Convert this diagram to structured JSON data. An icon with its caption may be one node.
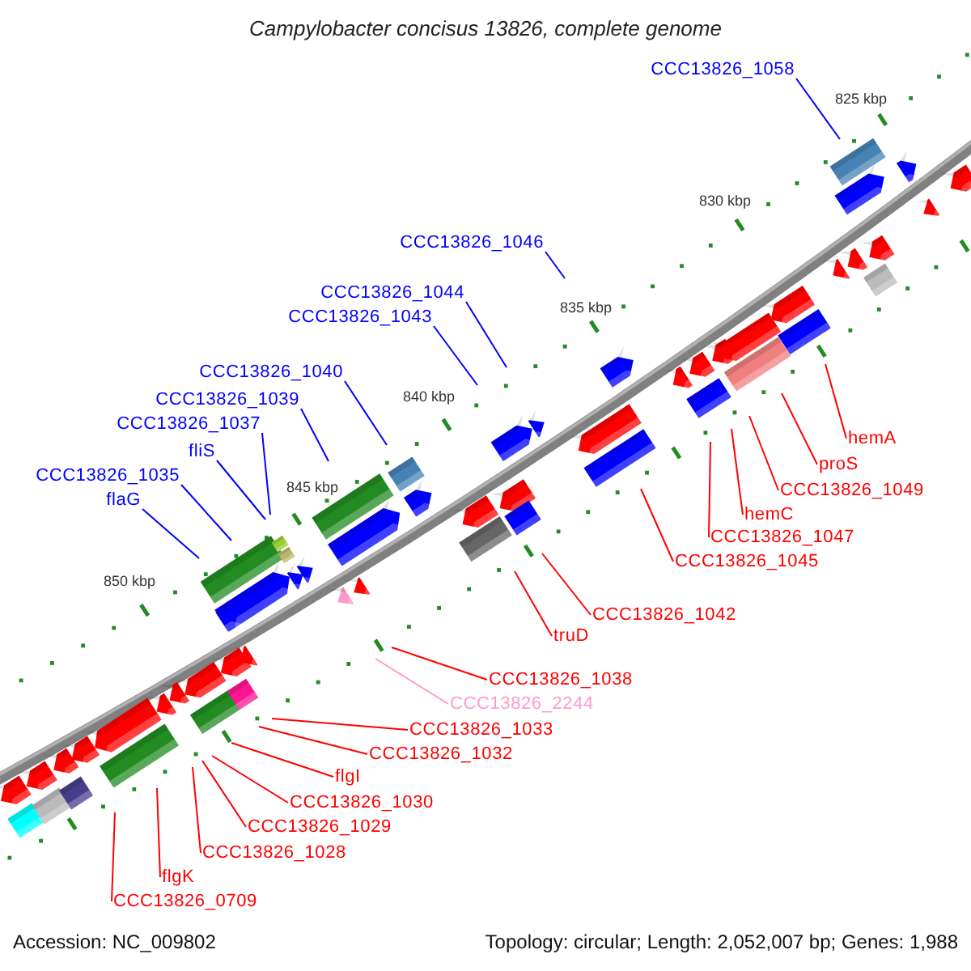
{
  "diagram": {
    "title": "Campylobacter concisus 13826, complete genome",
    "nodes": [
      {
        "text": [
          "CCC13826_1058"
        ]
      },
      {
        "text": [
          "CCC13826_1046"
        ]
      },
      {
        "text": [
          "CCC13826_1044"
        ]
      },
      {
        "text": [
          "CCC13826_1043"
        ]
      },
      {
        "text": [
          "CCC13826_1040"
        ]
      },
      {
        "text": [
          "CCC13826_1039"
        ]
      },
      {
        "text": [
          "CCC13826_1037"
        ]
      },
      {
        "text": [
          "fliS"
        ]
      },
      {
        "text": [
          "CCC13826_1035"
        ]
      },
      {
        "text": [
          "flaG"
        ]
      },
      {
        "text": [
          "hemA"
        ]
      },
      {
        "text": [
          "proS"
        ]
      },
      {
        "text": [
          "CCC13826_1049"
        ]
      },
      {
        "text": [
          "hemC"
        ]
      },
      {
        "text": [
          "CCC13826_1047"
        ]
      },
      {
        "text": [
          "CCC13826_1045"
        ]
      },
      {
        "text": [
          "CCC13826_1042"
        ]
      },
      {
        "text": [
          "truD"
        ]
      },
      {
        "text": [
          "CCC13826_1038"
        ]
      },
      {
        "text": [
          "CCC13826_2244"
        ]
      },
      {
        "text": [
          "CCC13826_1033"
        ]
      },
      {
        "text": [
          "CCC13826_1032"
        ]
      },
      {
        "text": [
          "flgI"
        ]
      },
      {
        "text": [
          "CCC13826_1030"
        ]
      },
      {
        "text": [
          "CCC13826_1029"
        ]
      },
      {
        "text": [
          "CCC13826_1028"
        ]
      },
      {
        "text": [
          "flgK"
        ]
      },
      {
        "text": [
          "CCC13826_0709"
        ]
      }
    ],
    "edges": [
      {
        "from": 0,
        "to": null,
        "arrow": "none",
        "color": "#0000ff"
      },
      {
        "from": 1,
        "to": null,
        "arrow": "none",
        "color": "#0000ff"
      },
      {
        "from": 2,
        "to": null,
        "arrow": "none",
        "color": "#0000ff"
      },
      {
        "from": 3,
        "to": null,
        "arrow": "none",
        "color": "#0000ff"
      },
      {
        "from": 4,
        "to": null,
        "arrow": "none",
        "color": "#0000ff"
      },
      {
        "from": 5,
        "to": null,
        "arrow": "none",
        "color": "#0000ff"
      },
      {
        "from": 6,
        "to": null,
        "arrow": "none",
        "color": "#0000ff"
      },
      {
        "from": 7,
        "to": null,
        "arrow": "none",
        "color": "#0000ff"
      },
      {
        "from": 8,
        "to": null,
        "arrow": "none",
        "color": "#0000ff"
      },
      {
        "from": 9,
        "to": null,
        "arrow": "none",
        "color": "#0000ff"
      },
      {
        "from": 10,
        "to": null,
        "arrow": "none"
      },
      {
        "from": 11,
        "to": null,
        "arrow": "none"
      },
      {
        "from": 12,
        "to": null,
        "arrow": "none"
      },
      {
        "from": 13,
        "to": null,
        "arrow": "none"
      },
      {
        "from": 14,
        "to": null,
        "arrow": "none"
      },
      {
        "from": 15,
        "to": null,
        "arrow": "none"
      },
      {
        "from": 16,
        "to": null,
        "arrow": "none"
      },
      {
        "from": 17,
        "to": null,
        "arrow": "none"
      },
      {
        "from": 18,
        "to": null,
        "arrow": "none"
      },
      {
        "from": 19,
        "to": null,
        "arrow": "none",
        "color": "#ff99cc"
      },
      {
        "from": 20,
        "to": null,
        "arrow": "none"
      },
      {
        "from": 21,
        "to": null,
        "arrow": "none"
      },
      {
        "from": 22,
        "to": null,
        "arrow": "none"
      },
      {
        "from": 23,
        "to": null,
        "arrow": "none"
      },
      {
        "from": 24,
        "to": null,
        "arrow": "none"
      },
      {
        "from": 25,
        "to": null,
        "arrow": "none"
      },
      {
        "from": 26,
        "to": null,
        "arrow": "none"
      },
      {
        "from": 27,
        "to": null,
        "arrow": "none"
      }
    ],
    "labels": [
      "825 kbp",
      "830 kbp",
      "835 kbp",
      "840 kbp",
      "845 kbp",
      "850 kbp",
      "Accession: NC_009802",
      "Topology: circular; Length: 2,052,007 bp; Genes: 1,988"
    ]
  }
}
